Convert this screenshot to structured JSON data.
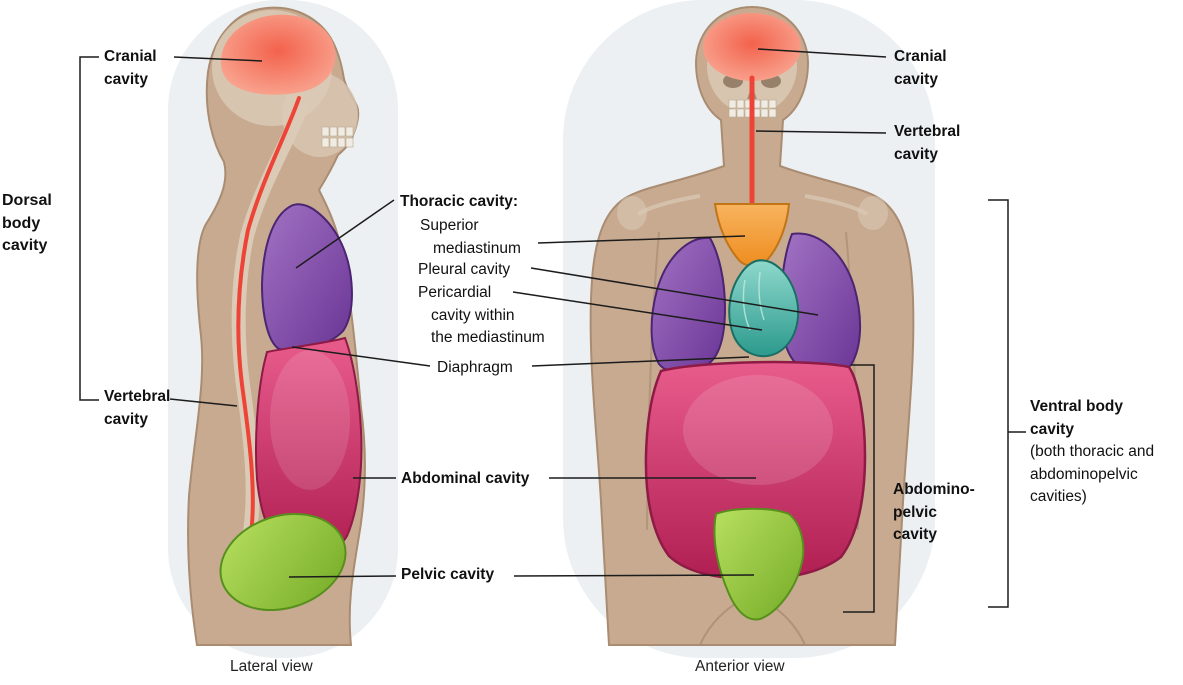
{
  "labels": {
    "dorsal": [
      "Dorsal",
      "body",
      "cavity"
    ],
    "cranial_left": [
      "Cranial",
      "cavity"
    ],
    "vertebral_left": [
      "Vertebral",
      "cavity"
    ],
    "thoracic_heading": "Thoracic cavity:",
    "superior_mediastinum": [
      "Superior",
      "mediastinum"
    ],
    "pleural": "Pleural cavity",
    "pericardial": [
      "Pericardial",
      "cavity within",
      "the mediastinum"
    ],
    "diaphragm": "Diaphragm",
    "abdominal": "Abdominal cavity",
    "pelvic": "Pelvic cavity",
    "cranial_right": [
      "Cranial",
      "cavity"
    ],
    "vertebral_right": [
      "Vertebral",
      "cavity"
    ],
    "abdominopelvic": [
      "Abdomino-",
      "pelvic",
      "cavity"
    ],
    "ventral_bold": [
      "Ventral body",
      "cavity"
    ],
    "ventral_sub": [
      "(both thoracic and",
      "abdominopelvic",
      "cavities)"
    ]
  },
  "captions": {
    "lateral": "Lateral view",
    "anterior": "Anterior view"
  },
  "colors": {
    "backdrop": "#ecf0f2",
    "body": "#c7aa90",
    "body_line": "#a98c71",
    "skeleton": "#dbcab6",
    "cranial": "#f3624c",
    "cranial_light": "#f9ab97",
    "vertebral_red": "#ee4437",
    "pleural": "#6a3595",
    "pleural_light": "#a273c4",
    "pleural_stroke": "#4b2571",
    "mediastinum_orange": "#ee8d20",
    "mediastinum_light": "#f8b45f",
    "mediastinum_stroke": "#c27416",
    "pericardial": "#2b9a8d",
    "pericardial_light": "#8fd8cc",
    "pericardial_stroke": "#1b6e64",
    "abdominal": "#b01f52",
    "abdominal_light": "#e85c8c",
    "abdominal_stroke": "#8e1a45",
    "pelvic": "#74ab26",
    "pelvic_light": "#b8e060",
    "pelvic_stroke": "#578f1d",
    "leader_line": "#1c1c1c",
    "text": "#111111"
  }
}
